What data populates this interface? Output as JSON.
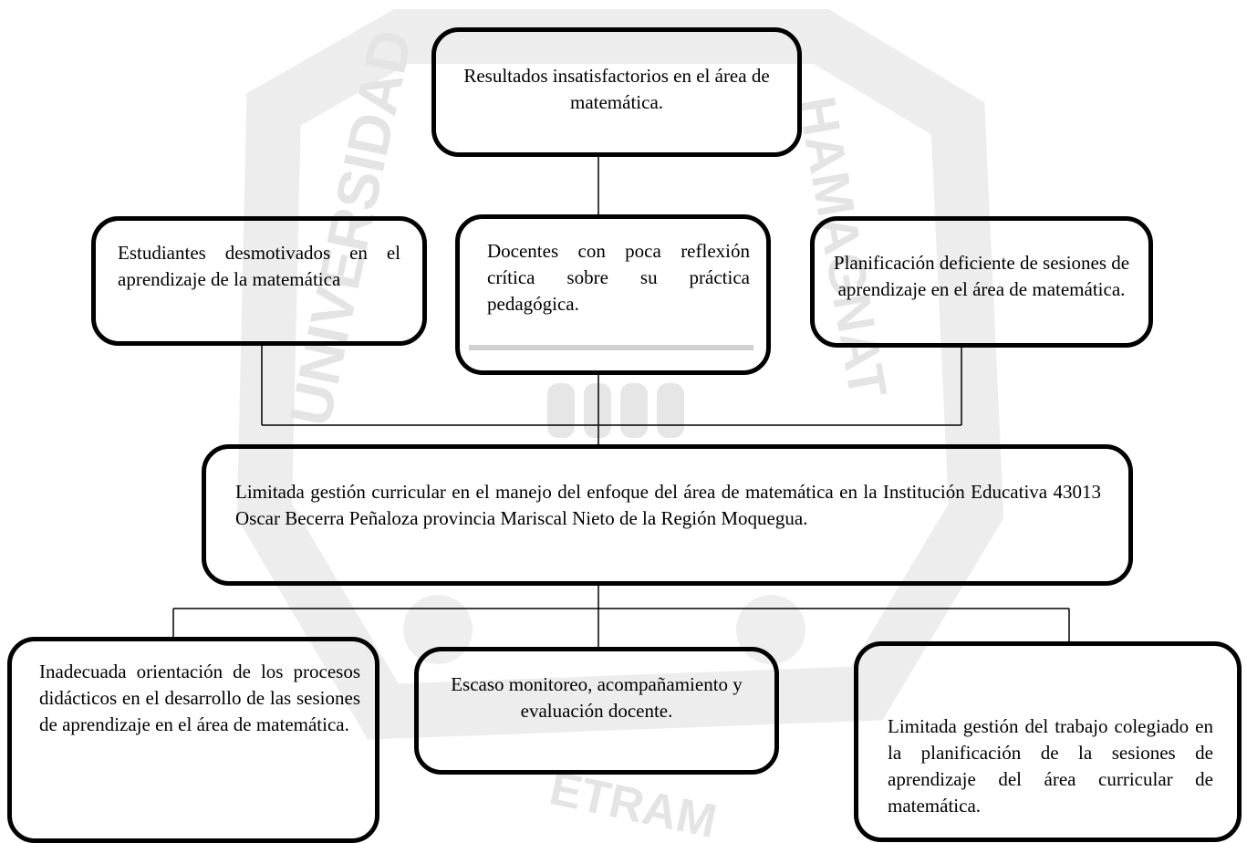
{
  "diagram": {
    "effect": "Resultados insatisfactorios en el área de matemática.",
    "consequences": [
      "Estudiantes desmotivados en el aprendizaje de la matemática",
      "Docentes con poca reflexión crítica sobre su práctica pedagógica.",
      "Planificación deficiente de sesiones de aprendizaje en el área de matemática."
    ],
    "central_problem": "Limitada gestión curricular en el manejo del enfoque del área de matemática en la Institución Educativa 43013 Oscar Becerra Peñaloza provincia Mariscal Nieto de la Región Moquegua.",
    "causes": [
      "Inadecuada orientación de los procesos didácticos en el desarrollo de las sesiones de aprendizaje en el área de matemática.",
      "Escaso monitoreo, acompañamiento y evaluación docente.",
      "Limitada gestión del trabajo colegiado en la planificación de la sesiones de aprendizaje del área curricular de matemática."
    ]
  },
  "watermark": {
    "text_left": "UNIVERSIDAD",
    "text_right": "HAMAGNAT",
    "text_bottom": "ETRAM",
    "color": "#d9d9d9"
  }
}
